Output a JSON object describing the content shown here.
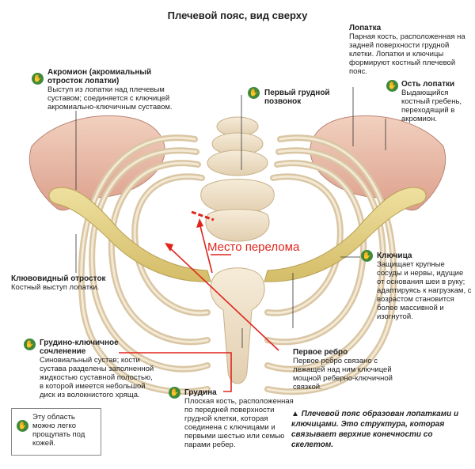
{
  "title": "Плечевой пояс, вид сверху",
  "fracture_label": "Место перелома",
  "labels": {
    "scapula": {
      "title": "Лопатка",
      "text": "Парная кость, расположенная на задней поверхности грудной клетки. Лопатки и ключицы формируют костный плечевой пояс."
    },
    "acromion": {
      "title": "Акромион (акромиальный отросток лопатки)",
      "text": "Выступ из лопатки над плечевым суставом; соединяется с ключицей акромиально-ключичным суставом."
    },
    "first_vertebra": {
      "title": "Первый грудной позвонок"
    },
    "spine_of_scapula": {
      "title": "Ость лопатки",
      "text": "Выдающийся костный гребень, переходящий в акромион."
    },
    "clavicle": {
      "title": "Ключица",
      "text": "Защищает крупные сосуды и нервы, идущие от основания шеи в руку; адаптируясь к нагрузкам, с возрастом становится более массивной и изогнутой."
    },
    "coracoid": {
      "title": "Клювовидный отросток",
      "text": "Костный выступ лопатки."
    },
    "sternoclavicular": {
      "title": "Грудино-ключичное сочленение",
      "text": "Синовиальный сустав; кости сустава разделены заполненной жидкостью суставной полостью, в которой имеется небольшой диск из волокнистого хряща."
    },
    "first_rib": {
      "title": "Первое ребро",
      "text": "Первое ребро связано с лежащей над ним ключицей мощной реберно-ключичной связкой."
    },
    "sternum": {
      "title": "Грудина",
      "text": "Плоская кость, расположенная по передней поверхности грудной клетки, которая соединена с ключицами и первыми шестью или семью парами ребер."
    }
  },
  "touch_note": "Эту область можно легко прощупать под кожей.",
  "summary": "▲ Плечевой пояс образован лопатками и ключицами. Это структура, которая связывает верхние конечности со скелетом.",
  "icon_name": "bone-hand-icon",
  "colors": {
    "bone": "#efe0c6",
    "clavicle": "#e6d184",
    "scapula": "#e9b9a7",
    "fracture": "#e0241b",
    "icon": "#3f8a3a"
  }
}
